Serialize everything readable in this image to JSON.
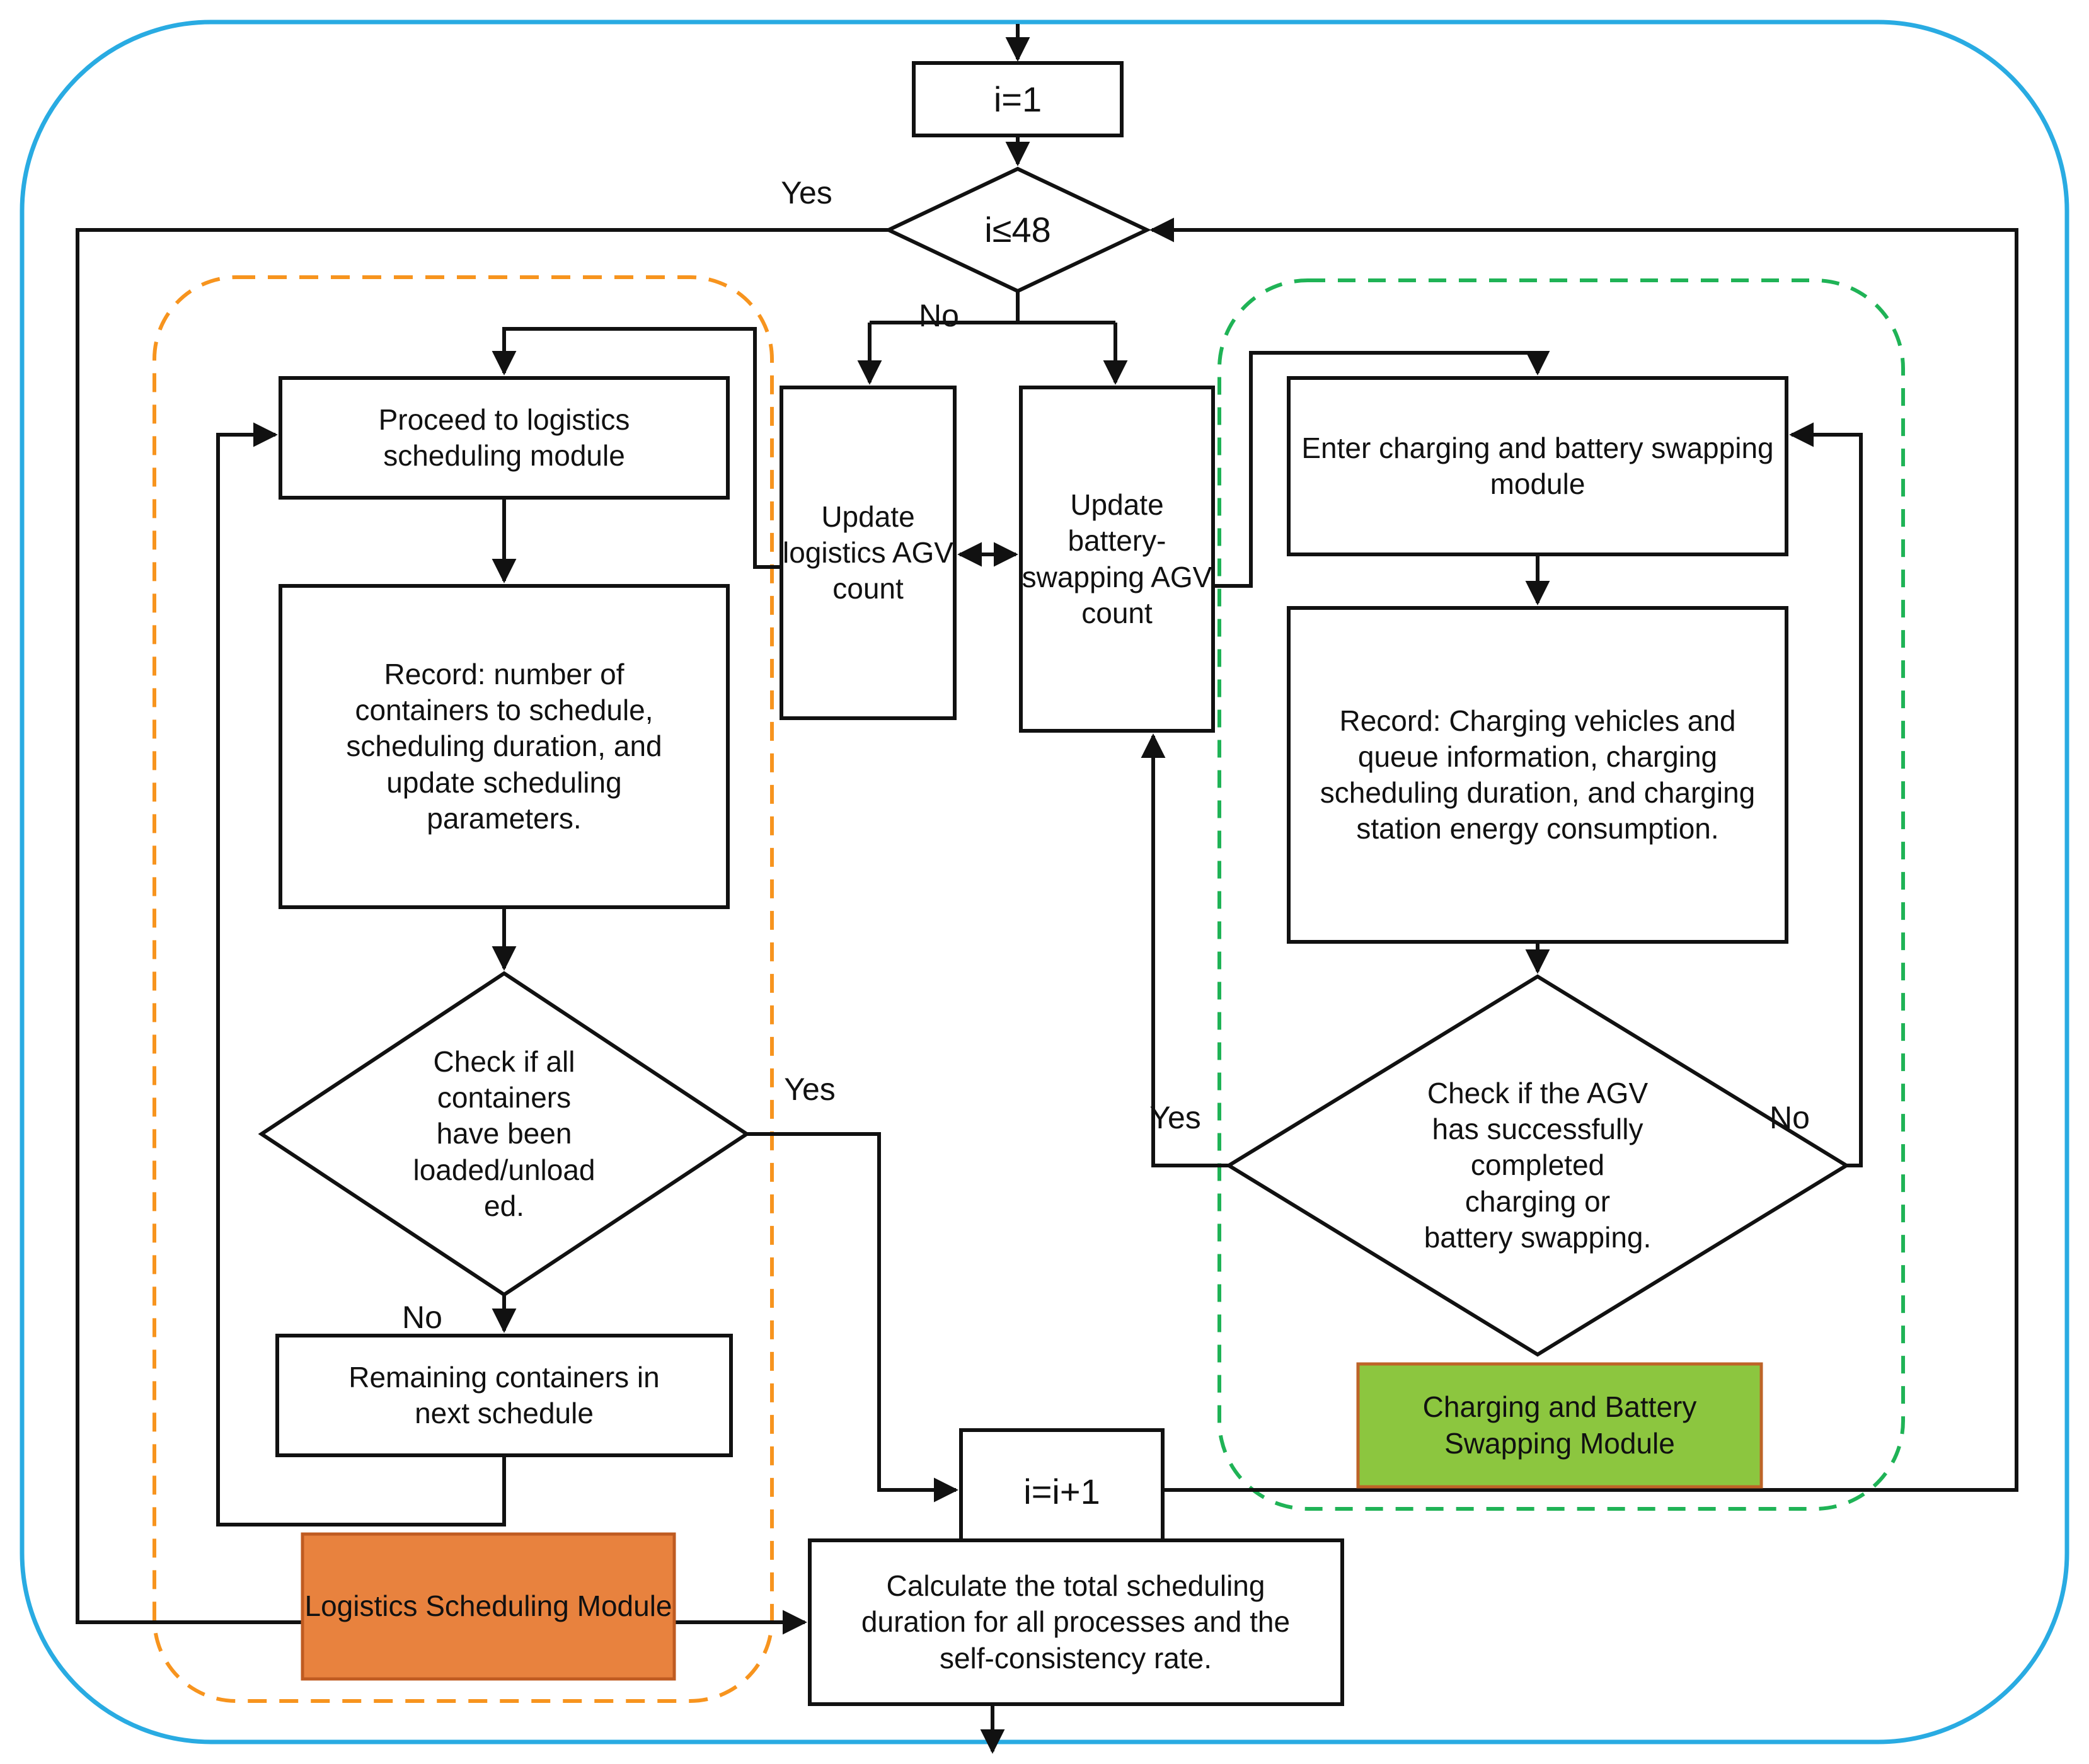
{
  "diagram": {
    "title": "AGV scheduling simulation flowchart",
    "nodes": {
      "init": "i=1",
      "loop_check": "i≤48",
      "update_logistics": "Update logistics AGV count",
      "update_battery": "Update battery-swapping AGV count",
      "proceed": "Proceed to logistics scheduling module",
      "record_logistics": "Record: number of containers to schedule, scheduling duration, and update scheduling parameters.",
      "check_containers": "Check if all\ncontainers\nhave been\nloaded/unload\ned.",
      "remaining": "Remaining containers in next schedule",
      "enter_charging": "Enter charging and battery swapping module",
      "record_charging": "Record: Charging vehicles and queue information, charging scheduling duration, and charging station energy consumption.",
      "check_agv": "Check if the AGV\nhas successfully\ncompleted\ncharging or\nbattery swapping.",
      "increment": "i=i+1",
      "calculate": "Calculate the total scheduling duration for all processes and the self-consistency rate."
    },
    "module_labels": {
      "logistics": "Logistics Scheduling Module",
      "charging": "Charging and Battery Swapping Module"
    },
    "edge_labels": {
      "yes_i48": "Yes",
      "no_i48": "No",
      "yes_containers": "Yes",
      "no_containers": "No",
      "yes_agv": "Yes",
      "no_agv": "No"
    },
    "colors": {
      "line": "#111111",
      "box_fill": "#FFFFFF",
      "border_blue": "#29ABE2",
      "dash_orange": "#F7941E",
      "dash_green": "#1FB356",
      "label_orange_fill": "#E8823E",
      "label_orange_border": "#BF5B21",
      "label_green_fill": "#8CC63F",
      "label_green_border": "#BE6428"
    }
  }
}
